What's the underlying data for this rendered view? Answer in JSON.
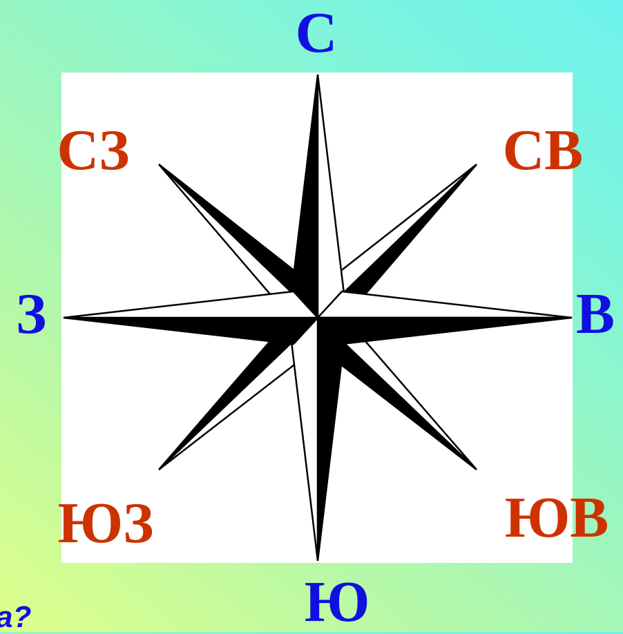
{
  "labels": {
    "north": "С",
    "south": "Ю",
    "west": "З",
    "east": "В",
    "northwest": "СЗ",
    "northeast": "СВ",
    "southwest": "ЮЗ",
    "southeast": "ЮВ"
  },
  "fragment_text": "а?",
  "colors": {
    "main_directions": "#1010e0",
    "intermediate_directions": "#cc3300",
    "star_fill": "#000000"
  }
}
